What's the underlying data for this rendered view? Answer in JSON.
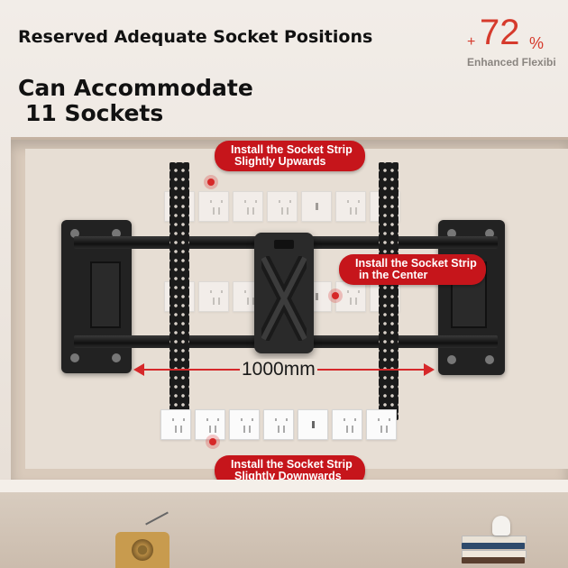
{
  "headline": "Reserved Adequate Socket Positions",
  "capacity": {
    "line1": "Can Accommodate",
    "line2": "11 Sockets"
  },
  "flexibility": {
    "plus": "+",
    "value": "72",
    "percent": "%",
    "caption": "Enhanced Flexibi"
  },
  "callouts": {
    "up": {
      "line1": "Install the Socket Strip",
      "line2": "Slightly Upwards"
    },
    "center": {
      "line1": "Install the Socket Strip",
      "line2": "in the Center"
    },
    "down": {
      "line1": "Install the Socket Strip",
      "line2": "Slightly Downwards"
    }
  },
  "dimension": {
    "label": "1000mm"
  },
  "colors": {
    "accent": "#c6151b",
    "mount": "#1b1b1b",
    "wall": "#ece5de"
  },
  "icons": [
    "outlet-icon",
    "switch-icon",
    "location-dot-icon",
    "arrow-icon"
  ]
}
